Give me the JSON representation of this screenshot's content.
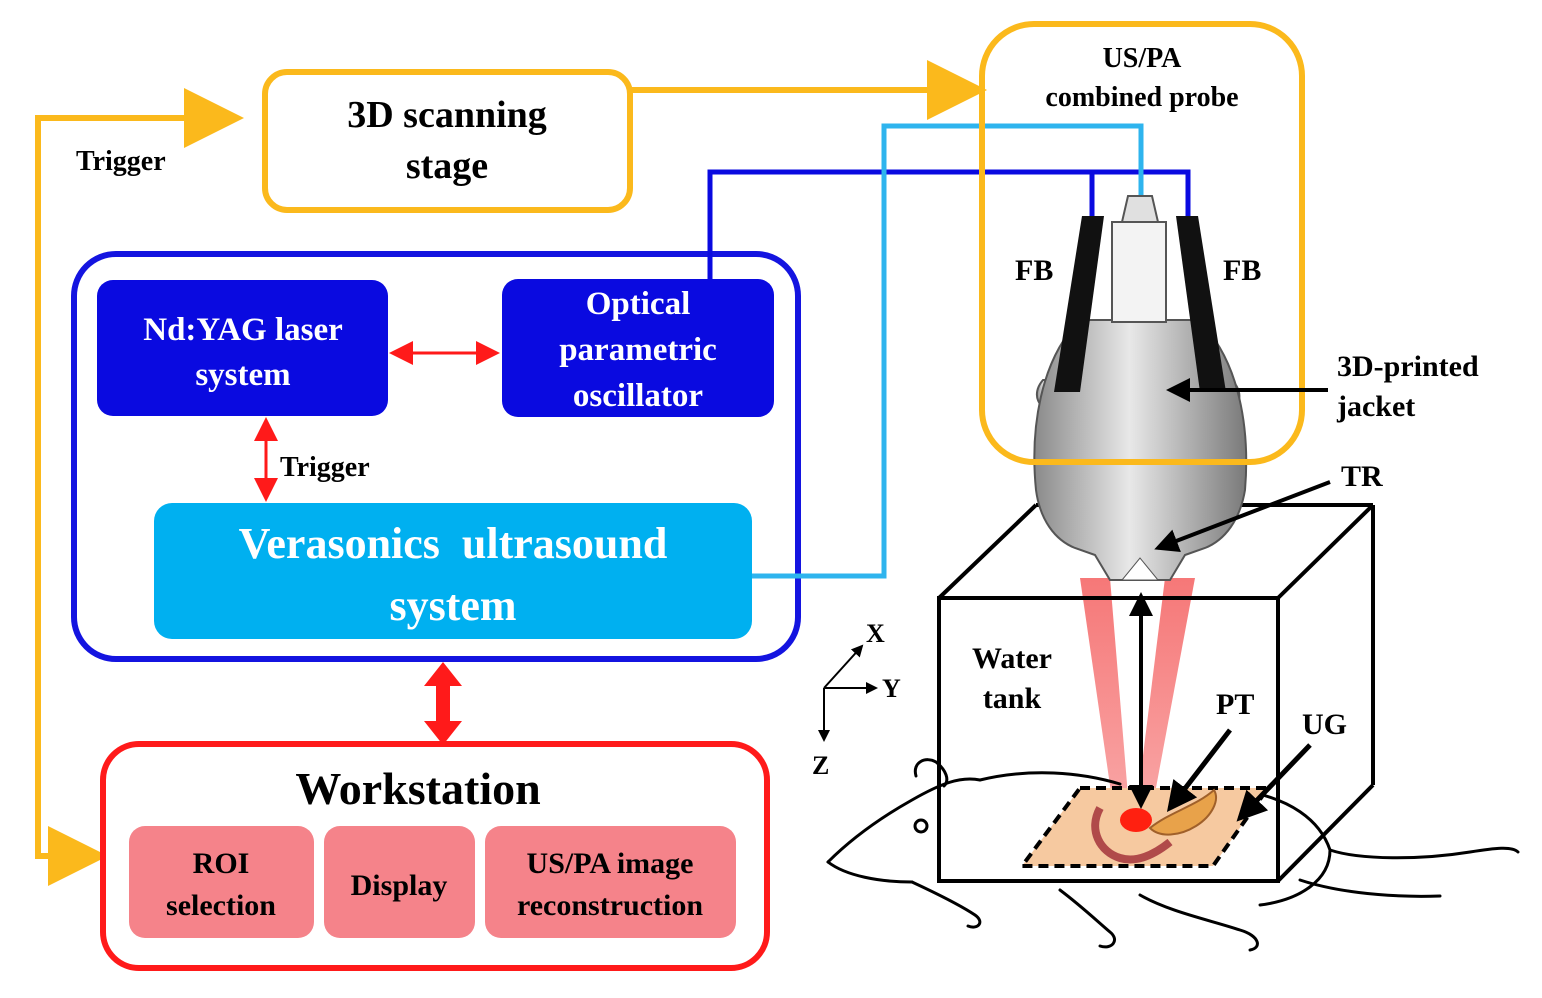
{
  "scanning_stage": {
    "line1": "3D scanning",
    "line2": "stage"
  },
  "trigger_left": "Trigger",
  "trigger_inner": "Trigger",
  "laser": {
    "line1": "Nd:YAG laser",
    "line2": "system"
  },
  "opo": {
    "line1": "Optical",
    "line2": "parametric",
    "line3": "oscillator"
  },
  "verasonics": {
    "line1": "Verasonics  ultrasound",
    "line2": "system"
  },
  "workstation": {
    "title": "Workstation",
    "roi": {
      "line1": "ROI",
      "line2": "selection"
    },
    "display": "Display",
    "recon": {
      "line1": "US/PA image",
      "line2": "reconstruction"
    }
  },
  "probe": {
    "line1": "US/PA",
    "line2": "combined probe"
  },
  "fb_left": "FB",
  "fb_right": "FB",
  "jacket": {
    "line1": "3D-printed",
    "line2": "jacket"
  },
  "tr": "TR",
  "water_tank": {
    "line1": "Water",
    "line2": "tank"
  },
  "pt": "PT",
  "ug": "UG",
  "axes": {
    "x": "X",
    "y": "Y",
    "z": "Z"
  },
  "colors": {
    "stage_orange": "#FBB91C",
    "system_blue": "#1414E0",
    "block_darkblue": "#0A0AE0",
    "verasonics_cyan": "#00B0F0",
    "cyan_line": "#2EB4EE",
    "workstation_red": "#FF1A1A",
    "pink_box": "#F5838A",
    "beam_red": "#F46060"
  }
}
